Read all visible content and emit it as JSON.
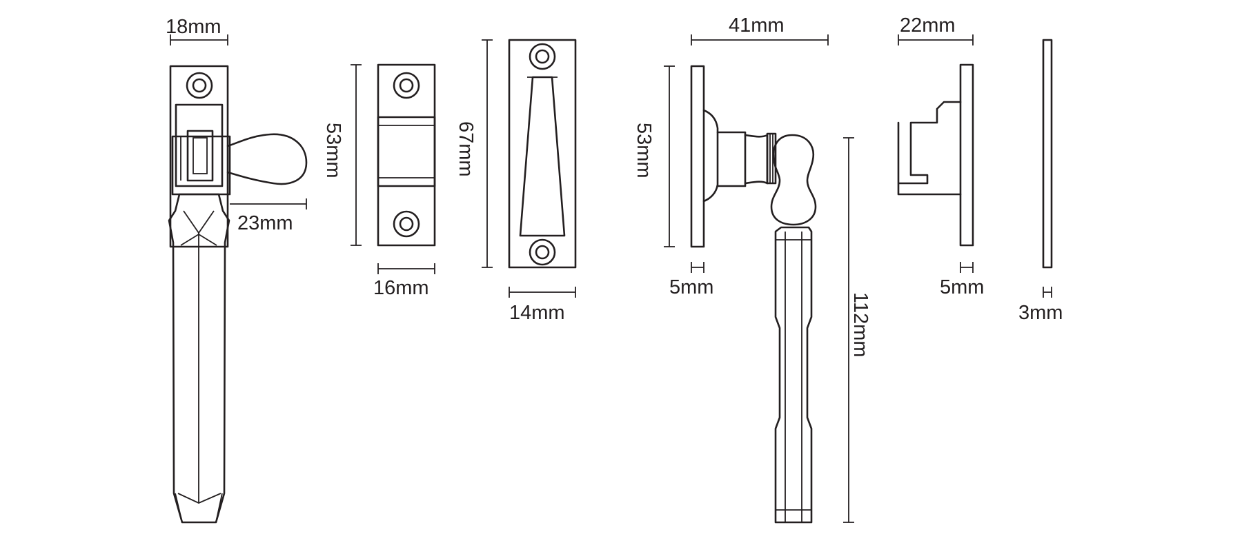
{
  "diagram": {
    "colors": {
      "line": "#231f20",
      "background": "#ffffff"
    },
    "dimensions": {
      "fastener_width": "18mm",
      "fastener_projection": "23mm",
      "keep_height": "53mm",
      "keep_width": "16mm",
      "plate_height": "67mm",
      "plate_width": "14mm",
      "side_reach": "41mm",
      "side_height": "53mm",
      "side_base": "5mm",
      "handle_length": "112mm",
      "hook_width": "22mm",
      "hook_base": "5mm",
      "packer_thickness": "3mm"
    }
  }
}
